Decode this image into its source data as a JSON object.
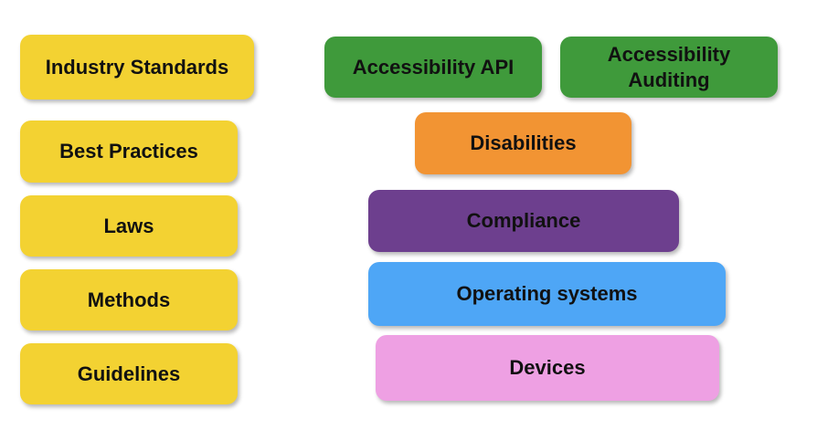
{
  "left_column": [
    {
      "label": "Industry Standards",
      "color": "#f3d232"
    },
    {
      "label": "Best Practices",
      "color": "#f3d232"
    },
    {
      "label": "Laws",
      "color": "#f3d232"
    },
    {
      "label": "Methods",
      "color": "#f3d232"
    },
    {
      "label": "Guidelines",
      "color": "#f3d232"
    }
  ],
  "stack": {
    "top_row": [
      {
        "label": "Accessibility API",
        "color": "#3f9a3b"
      },
      {
        "label": "Accessibility Auditing",
        "color": "#3f9a3b"
      }
    ],
    "layers": [
      {
        "label": "Disabilities",
        "color": "#f29433"
      },
      {
        "label": "Compliance",
        "color": "#6d3f8e"
      },
      {
        "label": "Operating systems",
        "color": "#4ea6f6"
      },
      {
        "label": "Devices",
        "color": "#eea0e3"
      }
    ]
  }
}
